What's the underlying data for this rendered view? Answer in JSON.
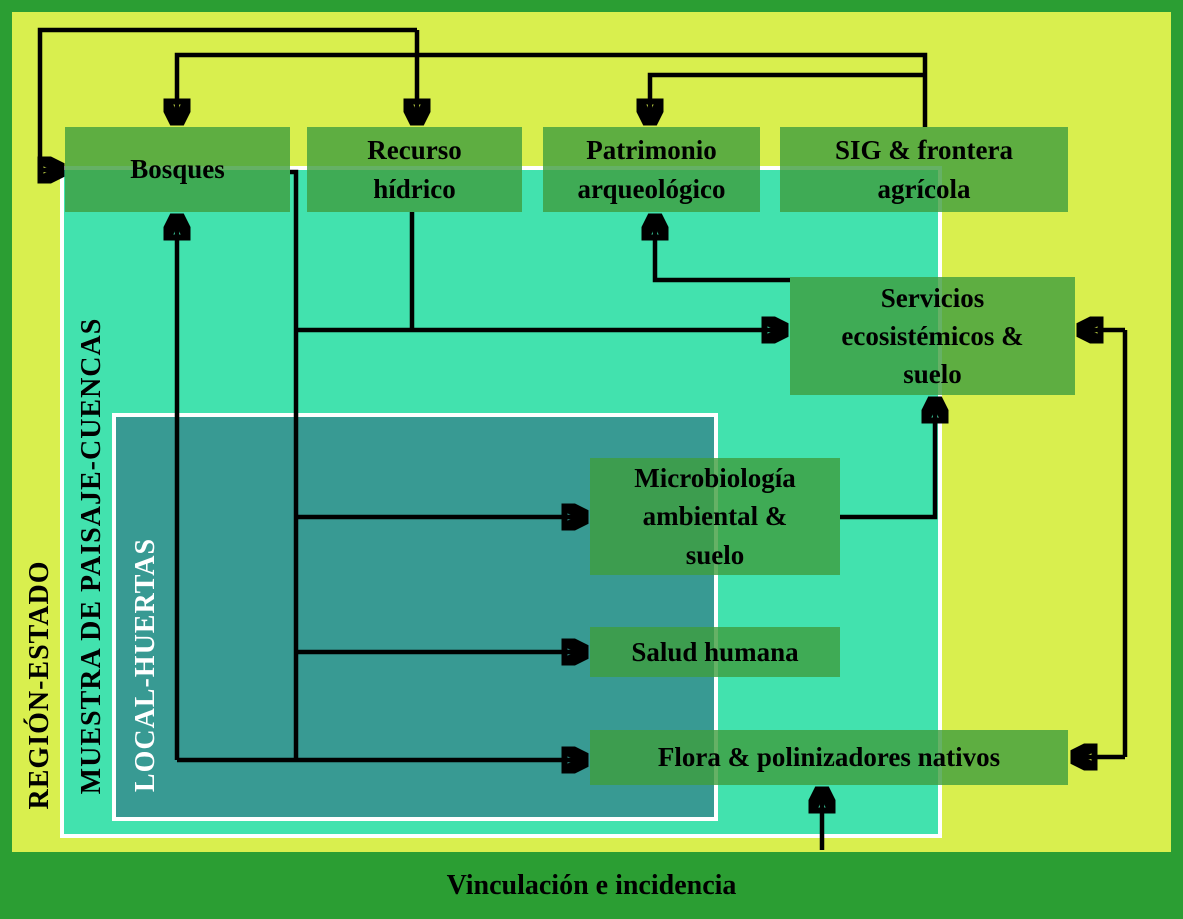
{
  "diagram": {
    "regions": {
      "outer": {
        "id": "region-estado",
        "label": "REGIÓN-ESTADO",
        "color": "#d9ef4e"
      },
      "middle": {
        "id": "muestra-paisaje-cuencas",
        "label": "MUESTRA DE PAISAJE-CUENCAS",
        "color": "#42e2ae"
      },
      "inner": {
        "id": "local-huertas",
        "label": "LOCAL-HUERTAS",
        "color": "#389a93"
      }
    },
    "bottom_band": {
      "id": "vinculacion-incidencia",
      "label": "Vinculación e incidencia",
      "color": "#2b9e33"
    },
    "boxes": [
      {
        "id": "bosques",
        "label": "Bosques"
      },
      {
        "id": "recurso-hidrico",
        "label": "Recurso\nhídrico"
      },
      {
        "id": "patrimonio-arqueologico",
        "label": "Patrimonio\narqueológico"
      },
      {
        "id": "sig-frontera-agricola",
        "label": "SIG & frontera\nagrícola"
      },
      {
        "id": "servicios-ecosistemicos-suelo",
        "label": "Servicios\necosistémicos &\nsuelo"
      },
      {
        "id": "microbiologia-ambiental-suelo",
        "label": "Microbiología\nambiental &\nsuelo"
      },
      {
        "id": "salud-humana",
        "label": "Salud humana"
      },
      {
        "id": "flora-polinizadores-nativos",
        "label": "Flora & polinizadores nativos"
      }
    ],
    "edges": [
      {
        "from": "recurso-hidrico",
        "to": "bosques",
        "route": "top-left",
        "bidirectional": true
      },
      {
        "from": "sig-frontera-agricola",
        "to": "bosques",
        "route": "top"
      },
      {
        "from": "sig-frontera-agricola",
        "to": "patrimonio-arqueologico",
        "route": "top"
      },
      {
        "from": "bosques",
        "to": "servicios-ecosistemicos-suelo",
        "route": "spine"
      },
      {
        "from": "recurso-hidrico",
        "to": "servicios-ecosistemicos-suelo",
        "route": "spine"
      },
      {
        "from": "bosques",
        "to": "microbiologia-ambiental-suelo",
        "route": "spine"
      },
      {
        "from": "bosques",
        "to": "salud-humana",
        "route": "spine"
      },
      {
        "from": "bosques",
        "to": "flora-polinizadores-nativos",
        "route": "spine",
        "bidirectional": true
      },
      {
        "from": "microbiologia-ambiental-suelo",
        "to": "servicios-ecosistemicos-suelo",
        "route": "right"
      },
      {
        "from": "servicios-ecosistemicos-suelo",
        "to": "patrimonio-arqueologico",
        "route": "up"
      },
      {
        "from": "flora-polinizadores-nativos",
        "to": "servicios-ecosistemicos-suelo",
        "route": "far-right",
        "bidirectional": true
      },
      {
        "from": "vinculacion-incidencia",
        "to": "flora-polinizadores-nativos",
        "route": "bottom"
      }
    ],
    "colors": {
      "frame_green": "#2b9e33",
      "box_green": "#3e9e3e",
      "border_white": "#ffffff",
      "arrow_black": "#000000"
    }
  }
}
